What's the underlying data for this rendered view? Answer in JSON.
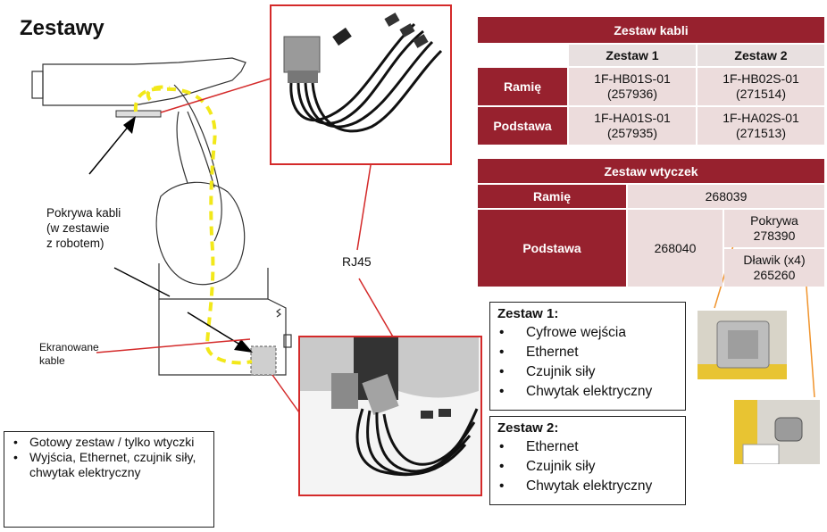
{
  "title": "Zestawy",
  "labels": {
    "cover": "Pokrywa kabli\n(w zestawie\nz robotem)",
    "shielded": "Ekranowane\nkable",
    "rj45": "RJ45"
  },
  "cable_set": {
    "title": "Zestaw kabli",
    "col1": "Zestaw 1",
    "col2": "Zestaw 2",
    "rows": [
      {
        "name": "Ramię",
        "c1": "1F-HB01S-01\n(257936)",
        "c2": "1F-HB02S-01\n(271514)"
      },
      {
        "name": "Podstawa",
        "c1": "1F-HA01S-01\n(257935)",
        "c2": "1F-HA02S-01\n(271513)"
      }
    ]
  },
  "plug_set": {
    "title": "Zestaw wtyczek",
    "arm_label": "Ramię",
    "arm_value": "268039",
    "base_label": "Podstawa",
    "base_value": "268040",
    "cover": "Pokrywa\n278390",
    "gland": "Dławik (x4)\n265260"
  },
  "set1": {
    "title": "Zestaw 1:",
    "items": [
      "Cyfrowe wejścia",
      "Ethernet",
      "Czujnik siły",
      "Chwytak elektryczny"
    ]
  },
  "set2": {
    "title": "Zestaw 2:",
    "items": [
      "Ethernet",
      "Czujnik siły",
      "Chwytak elektryczny"
    ]
  },
  "note": {
    "items": [
      "Gotowy zestaw / tylko wtyczki",
      "Wyjścia, Ethernet, czujnik siły, chwytak elektryczny"
    ]
  },
  "colors": {
    "table_header": "#97212e",
    "cell": "#ecdcdc",
    "photo_border": "#d42a2a",
    "cable_route": "#f2e81a",
    "callout": "#f0932b"
  }
}
